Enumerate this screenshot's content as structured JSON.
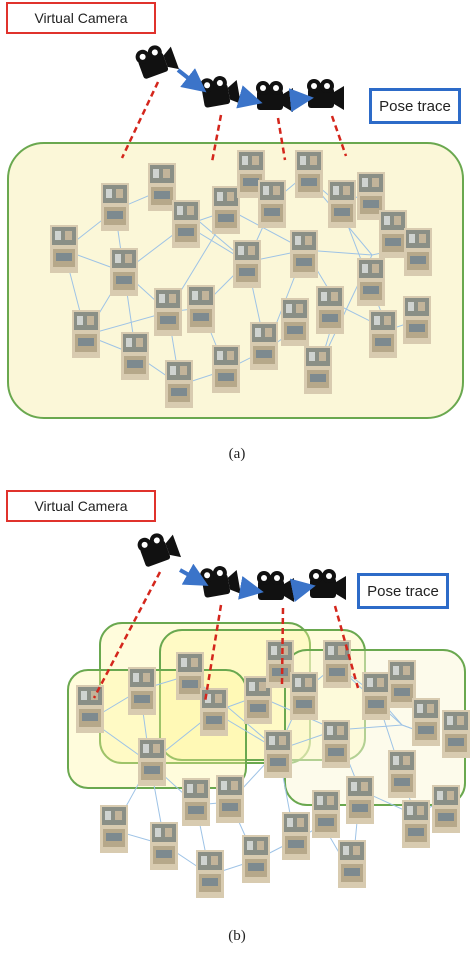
{
  "panel_a": {
    "virtual_camera_label": "Virtual Camera",
    "pose_trace_label": "Pose trace",
    "caption": "(a)"
  },
  "panel_b": {
    "virtual_camera_label": "Virtual Camera",
    "pose_trace_label": "Pose trace",
    "caption": "(b)"
  },
  "colors": {
    "region_border": "#6aa84f",
    "region_fill": "#fbf7d8",
    "highlight_fill": "#fff59a",
    "camera_arrow": "#3b74c9",
    "projection_line": "#d4261c",
    "graph_edge": "#9ec3e6",
    "virtual_camera_border": "#e0322c",
    "pose_trace_border": "#2d6bc8"
  }
}
